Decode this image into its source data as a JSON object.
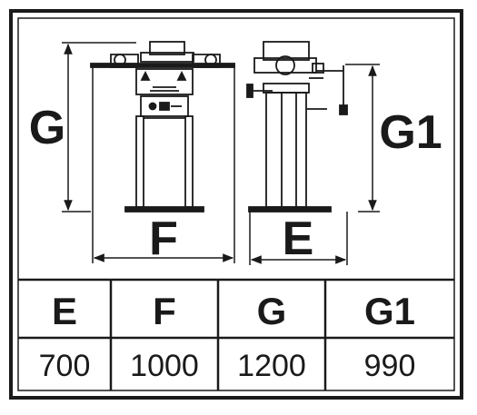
{
  "diagram": {
    "front_view": {
      "width_dimension_label": "F",
      "height_dimension_label": "G"
    },
    "side_view": {
      "width_dimension_label": "E",
      "height_dimension_label": "G1"
    }
  },
  "dimensions_table": {
    "headers": [
      "E",
      "F",
      "G",
      "G1"
    ],
    "values": [
      "700",
      "1000",
      "1200",
      "990"
    ]
  },
  "colors": {
    "line": "#1a1a1a",
    "background": "#ffffff"
  }
}
